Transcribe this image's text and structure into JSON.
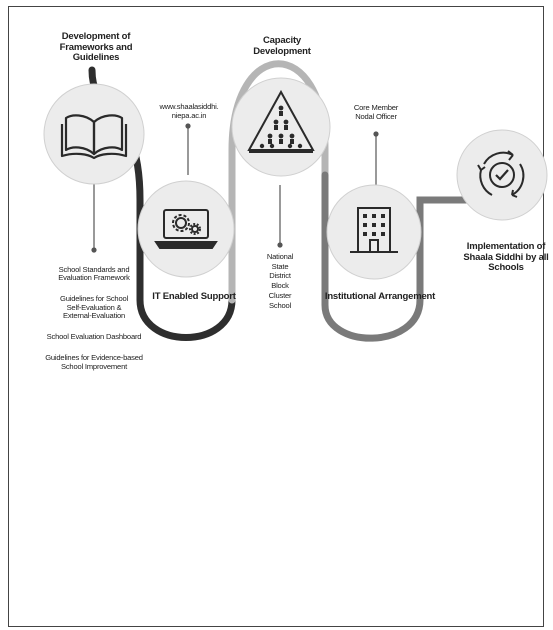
{
  "steps": [
    {
      "title": "Development of\nFrameworks and Guidelines",
      "icon": "book-icon",
      "details": [
        "School Standards and\nEvaluation Framework",
        "Guidelines for School\nSelf-Evaluation &\nExternal-Evaluation",
        "School Evaluation Dashboard",
        "Guidelines for Evidence-based\nSchool Improvement"
      ]
    },
    {
      "title": "IT Enabled Support",
      "icon": "laptop-gear-icon",
      "details": [
        "www.shaalasiddhi.\nniepa.ac.in"
      ]
    },
    {
      "title": "Capacity\nDevelopment",
      "icon": "pyramid-people-icon",
      "details": [
        "National\nState\nDistrict\nBlock\nCluster\nSchool"
      ]
    },
    {
      "title": "Institutional Arrangement",
      "icon": "building-icon",
      "details": [
        "Core Member\nNodal Officer"
      ]
    },
    {
      "title": "Implementation of\nShaala Siddhi by all\nSchools",
      "icon": "cycle-check-icon",
      "details": []
    }
  ],
  "colors": {
    "path_dark": "#2e2e2e",
    "path_mid": "#7a7a7a",
    "path_light": "#b5b5b5",
    "circle_fill": "#ececec",
    "icon": "#2a2a2a"
  }
}
